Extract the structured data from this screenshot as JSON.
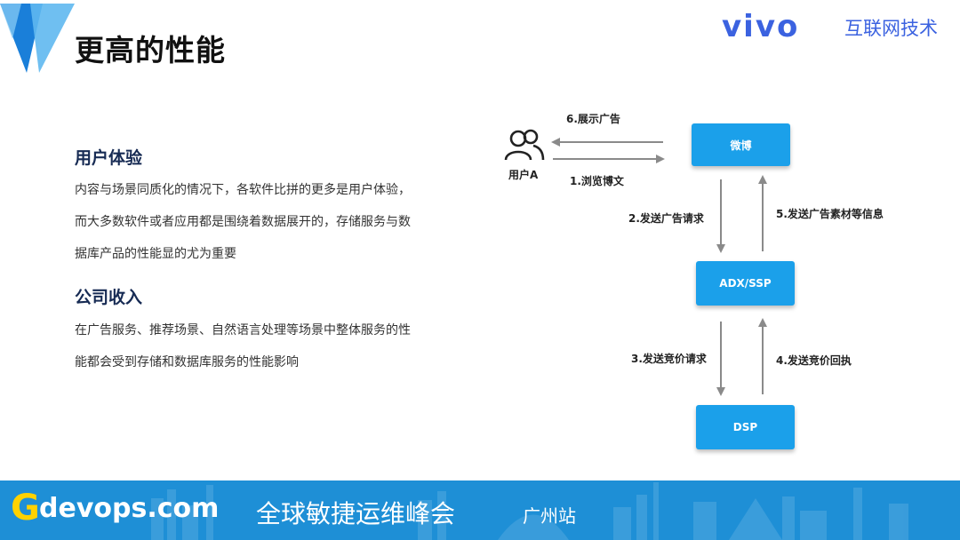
{
  "header": {
    "title": "更高的性能",
    "brand": "vivo",
    "brand_sub": "互联网技术"
  },
  "sections": [
    {
      "title": "用户体验",
      "lines": [
        "内容与场景同质化的情况下，各软件比拼的更多是用户体验，",
        "而大多数软件或者应用都是围绕着数据展开的，存储服务与数",
        "据库产品的性能显的尤为重要"
      ]
    },
    {
      "title": "公司收入",
      "lines": [
        "在广告服务、推荐场景、自然语言处理等场景中整体服务的性",
        "能都会受到存储和数据库服务的性能影响"
      ]
    }
  ],
  "diagram": {
    "user_label": "用户A",
    "nodes": {
      "weibo": "微博",
      "adx": "ADX/SSP",
      "dsp": "DSP"
    },
    "edges": {
      "e6": "6.展示广告",
      "e1": "1.浏览博文",
      "e2": "2.发送广告请求",
      "e5": "5.发送广告素材等信息",
      "e3": "3.发送竞价请求",
      "e4": "4.发送竞价回执"
    }
  },
  "footer": {
    "logo_letter": "G",
    "domain": "devops.com",
    "event": "全球敏捷运维峰会",
    "city": "广州站"
  },
  "colors": {
    "node_blue": "#1ba0ea",
    "brand_blue": "#3b62e0",
    "footer_blue": "#1e8fd6",
    "title_navy": "#172b54",
    "arrow_gray": "#8a8a8a",
    "logo_yellow": "#ffd200"
  },
  "icons": {
    "user": "users-icon",
    "logo": "triangle-logo-icon"
  }
}
